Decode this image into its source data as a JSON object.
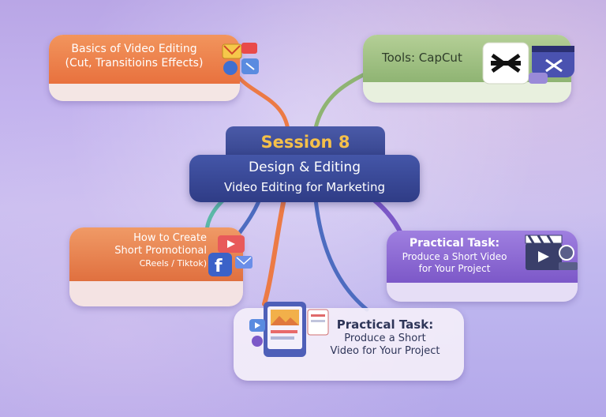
{
  "center": {
    "session": "Session 8",
    "title": "Design & Editing",
    "subtitle": "Video Editing for Marketing"
  },
  "branches": {
    "basics": {
      "line1": "Basics of Video Editing",
      "line2": "(Cut, Transitioins Effects)",
      "color": "#e8713e"
    },
    "tools": {
      "label": "Tools: CapCut",
      "color": "#8fb473"
    },
    "howto": {
      "line1": "How to Create",
      "line2": "Short Promotional",
      "line3": "CReels / Tiktok)",
      "color": "#e0703f"
    },
    "practical_right": {
      "line1": "Practical Task:",
      "line2": "Produce a Short Video",
      "line3": "for Your Project",
      "color": "#7c58c8"
    },
    "practical_bottom": {
      "line1": "Practical Task:",
      "line2": "Produce a Short",
      "line3": "Video for Your Project",
      "color": "#5f6fa8"
    }
  },
  "colors": {
    "center_bg": "#37458e",
    "session_text": "#f5c04a",
    "link_teal": "#5cb8a8",
    "link_blue": "#4d6cc0"
  },
  "icons": [
    "video-editor-icon",
    "capcut-logo-icon",
    "social-media-icon",
    "clapperboard-icon",
    "mobile-content-icon"
  ]
}
